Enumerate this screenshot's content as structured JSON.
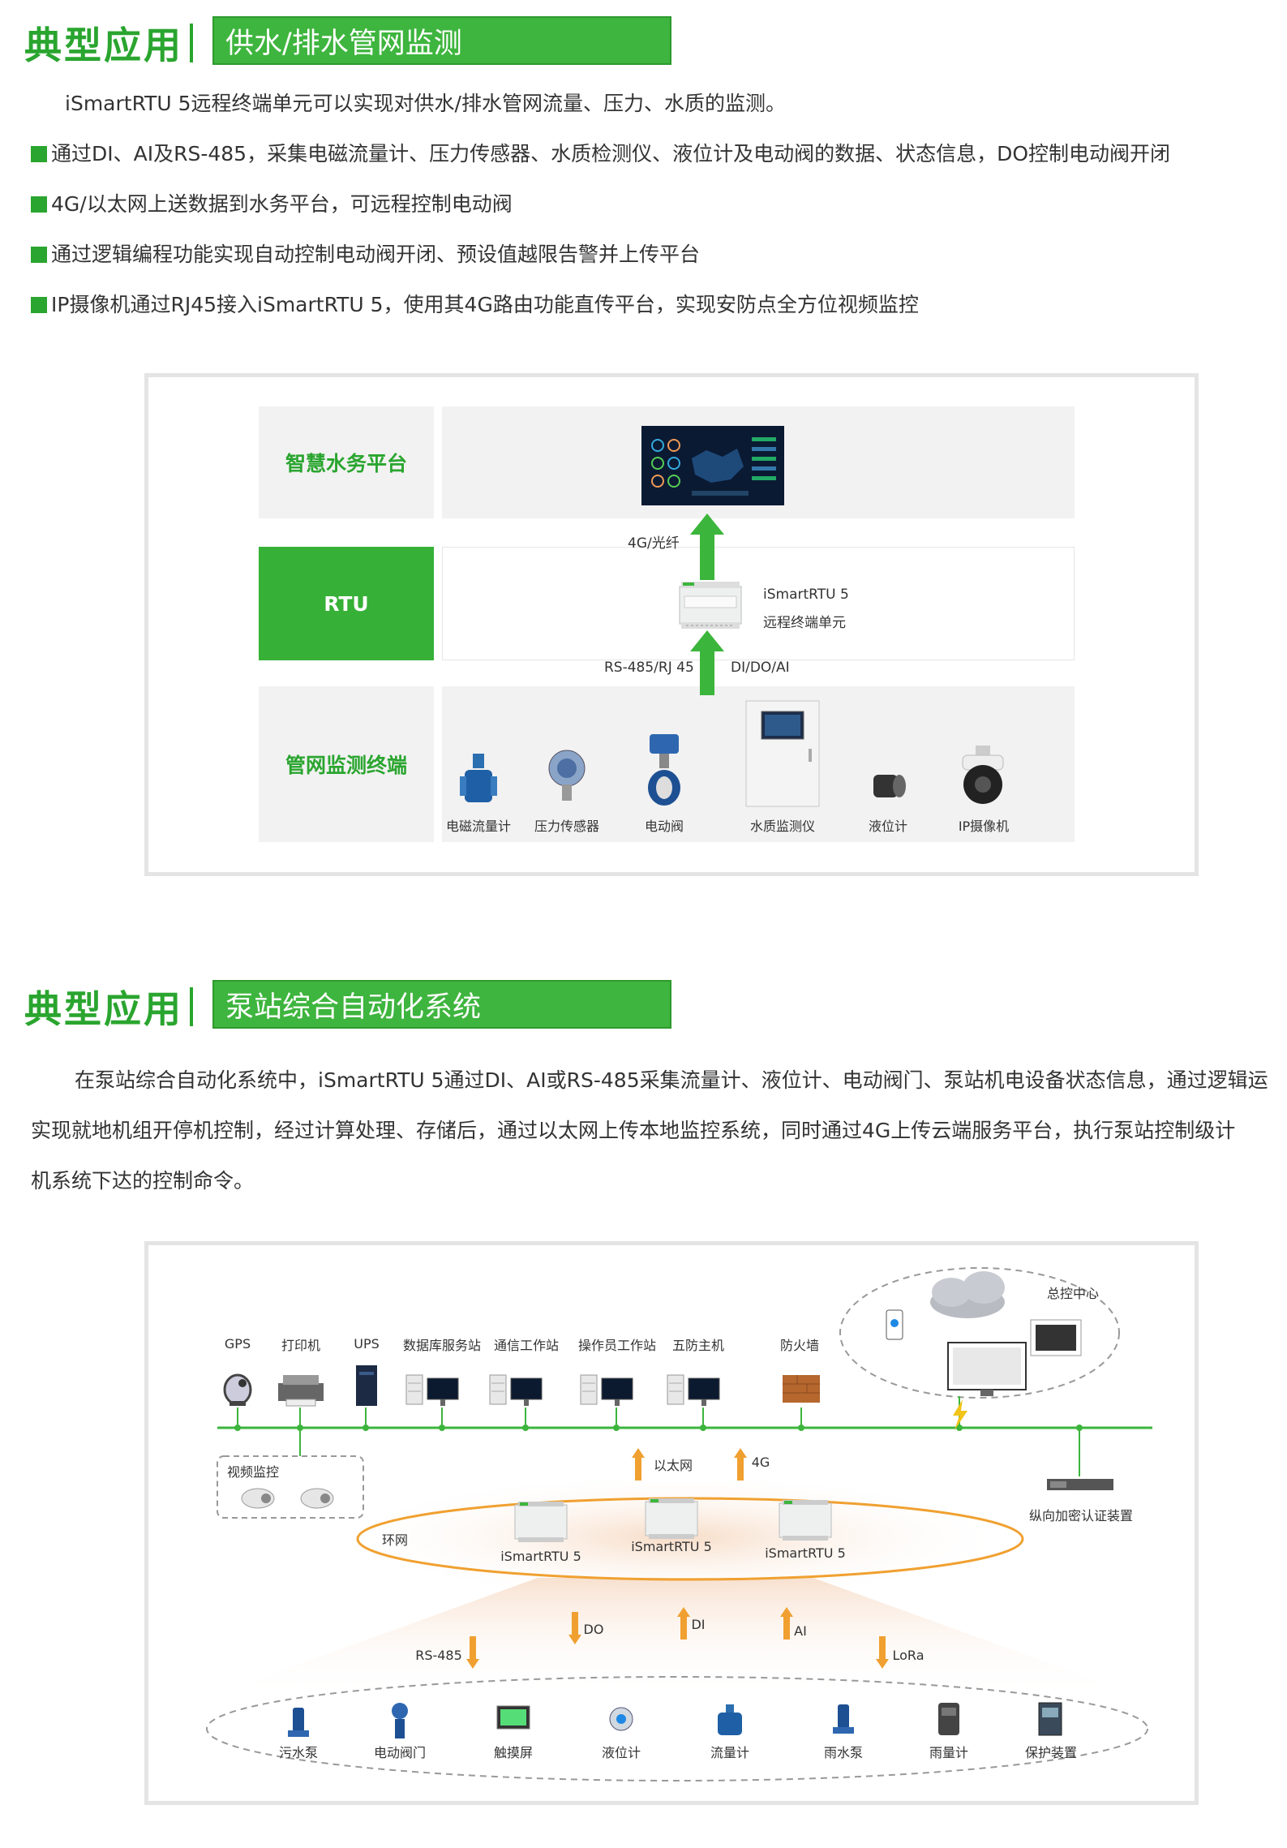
{
  "section1": {
    "title": "典型应用",
    "banner": "供水/排水管网监测",
    "intro": "iSmartRTU 5远程终端单元可以实现对供水/排水管网流量、压力、水质的监测。",
    "bullets": [
      "通过DI、AI及RS-485，采集电磁流量计、压力传感器、水质检测仪、液位计及电动阀的数据、状态信息，DO控制电动阀开闭",
      "4G/以太网上送数据到水务平台，可远程控制电动阀",
      "通过逻辑编程功能实现自动控制电动阀开闭、预设值越限告警并上传平台",
      "IP摄像机通过RJ45接入iSmartRTU 5，使用其4G路由功能直传平台，实现安防点全方位视频监控"
    ],
    "diagram": {
      "rows": [
        "智慧水务平台",
        "RTU",
        "管网监测终端"
      ],
      "uplink": "4G/光纤",
      "rtu_name": "iSmartRTU 5",
      "rtu_desc": "远程终端单元",
      "downlink_left": "RS-485/RJ 45",
      "downlink_right": "DI/DO/AI",
      "devices": [
        "电磁流量计",
        "压力传感器",
        "电动阀",
        "水质监测仪",
        "液位计",
        "IP摄像机"
      ]
    }
  },
  "section2": {
    "title": "典型应用",
    "banner": "泵站综合自动化系统",
    "paragraph_lines": [
      "在泵站综合自动化系统中，iSmartRTU 5通过DI、AI或RS-485采集流量计、液位计、电动阀门、泵站机电设备状态信息，通过逻辑运",
      "实现就地机组开停机控制，经过计算处理、存储后，通过以太网上传本地监控系统，同时通过4G上传云端服务平台，执行泵站控制级计",
      "机系统下达的控制命令。"
    ],
    "diagram": {
      "top_devices": [
        "GPS",
        "打印机",
        "UPS",
        "数据库服务站",
        "通信工作站",
        "操作员工作站",
        "五防主机",
        "防火墙"
      ],
      "control_center": "总控中心",
      "video": "视频监控",
      "ethernet": "以太网",
      "net4g": "4G",
      "ring": "环网",
      "rtus": [
        "iSmartRTU 5",
        "iSmartRTU 5",
        "iSmartRTU 5"
      ],
      "encrypt": "纵向加密认证装置",
      "signals": [
        "RS-485",
        "DO",
        "DI",
        "AI",
        "LoRa"
      ],
      "field_devices": [
        "污水泵",
        "电动阀门",
        "触摸屏",
        "液位计",
        "流量计",
        "雨水泵",
        "雨量计",
        "保护装置"
      ]
    }
  },
  "colors": {
    "green": "#2aa52f",
    "orange": "#f0a030",
    "gray": "#f2f2f2"
  }
}
